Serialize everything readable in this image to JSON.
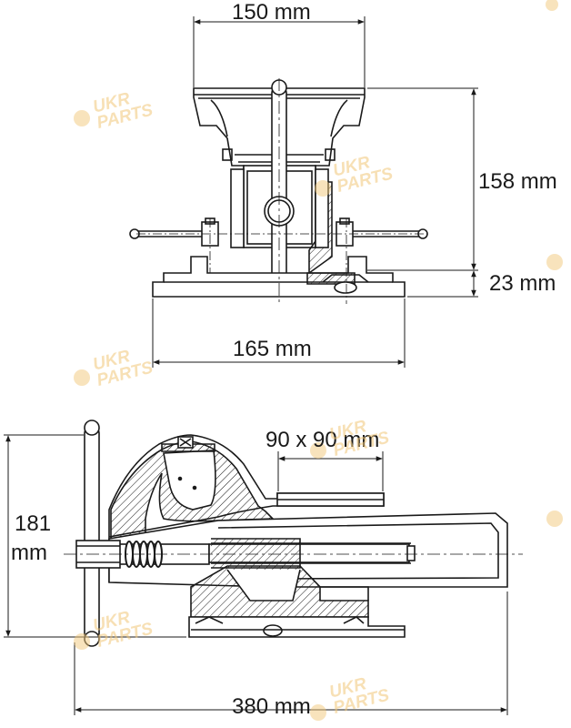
{
  "dimensions": {
    "top_width": "150 mm",
    "height_upper": "158 mm",
    "height_base": "23 mm",
    "base_width": "165 mm",
    "jaw_size": "90 x 90 mm",
    "height_side_line1": "181",
    "height_side_line2": "mm",
    "total_length": "380 mm"
  },
  "watermark": {
    "line1": "UKR",
    "line2": "PARTS"
  },
  "colors": {
    "line": "#1a1a1a",
    "watermark": "#f2c77a"
  }
}
